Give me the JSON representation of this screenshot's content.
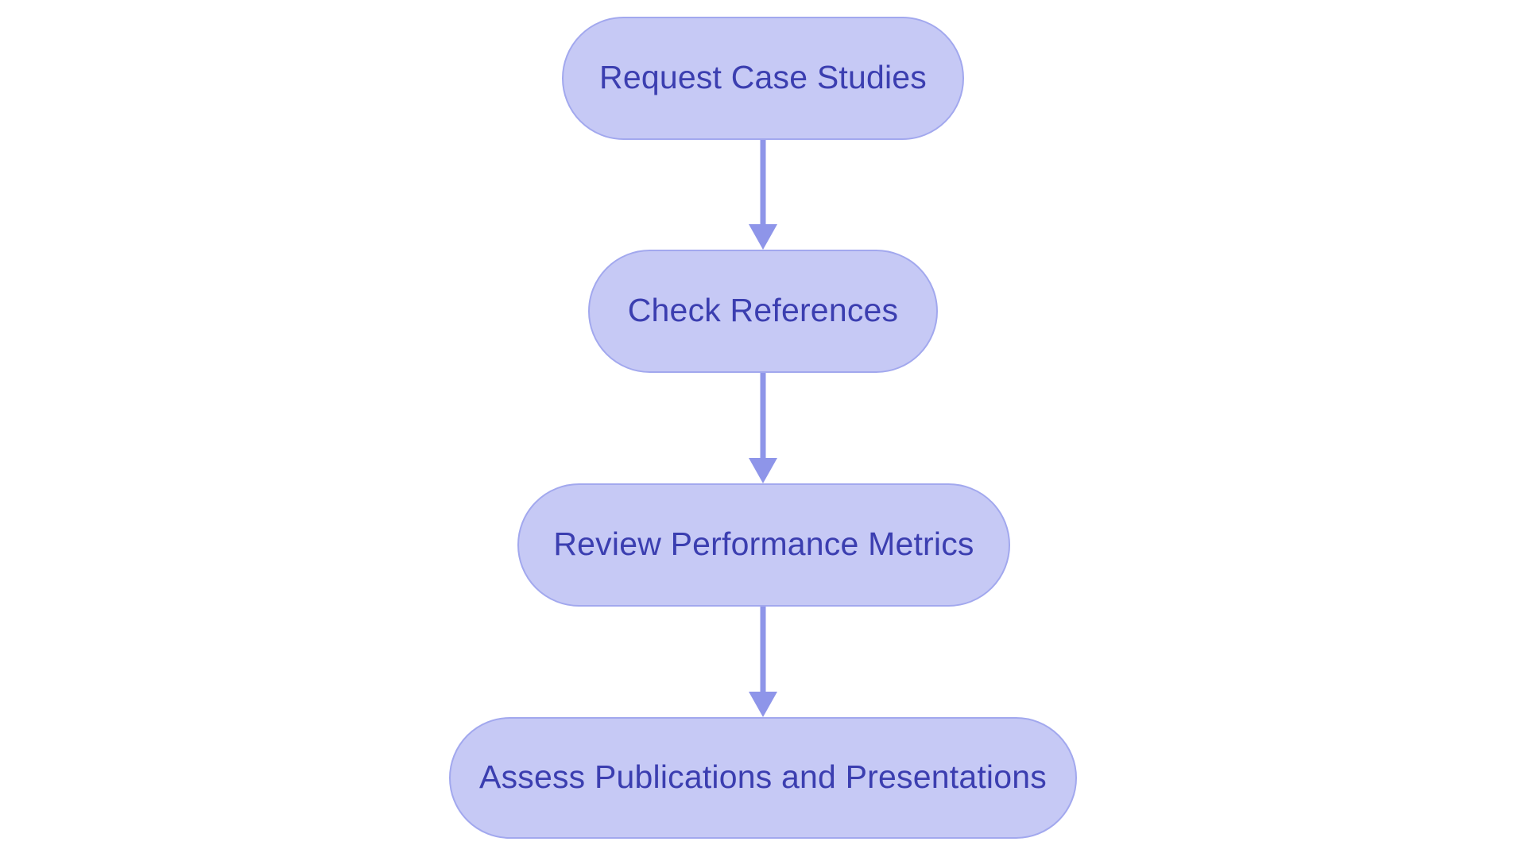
{
  "diagram": {
    "type": "flowchart",
    "direction": "top-down",
    "colors": {
      "bg": "#ffffff",
      "node-fill": "#c6c9f5",
      "node-border": "#a2a8ee",
      "text-color": "#3b3eb0",
      "arrow-color": "#8e95e9"
    },
    "nodes": [
      {
        "id": "n1",
        "label": "Request Case Studies"
      },
      {
        "id": "n2",
        "label": "Check References"
      },
      {
        "id": "n3",
        "label": "Review Performance Metrics"
      },
      {
        "id": "n4",
        "label": "Assess Publications and Presentations"
      }
    ],
    "edges": [
      {
        "from": "n1",
        "to": "n2"
      },
      {
        "from": "n2",
        "to": "n3"
      },
      {
        "from": "n3",
        "to": "n4"
      }
    ]
  }
}
